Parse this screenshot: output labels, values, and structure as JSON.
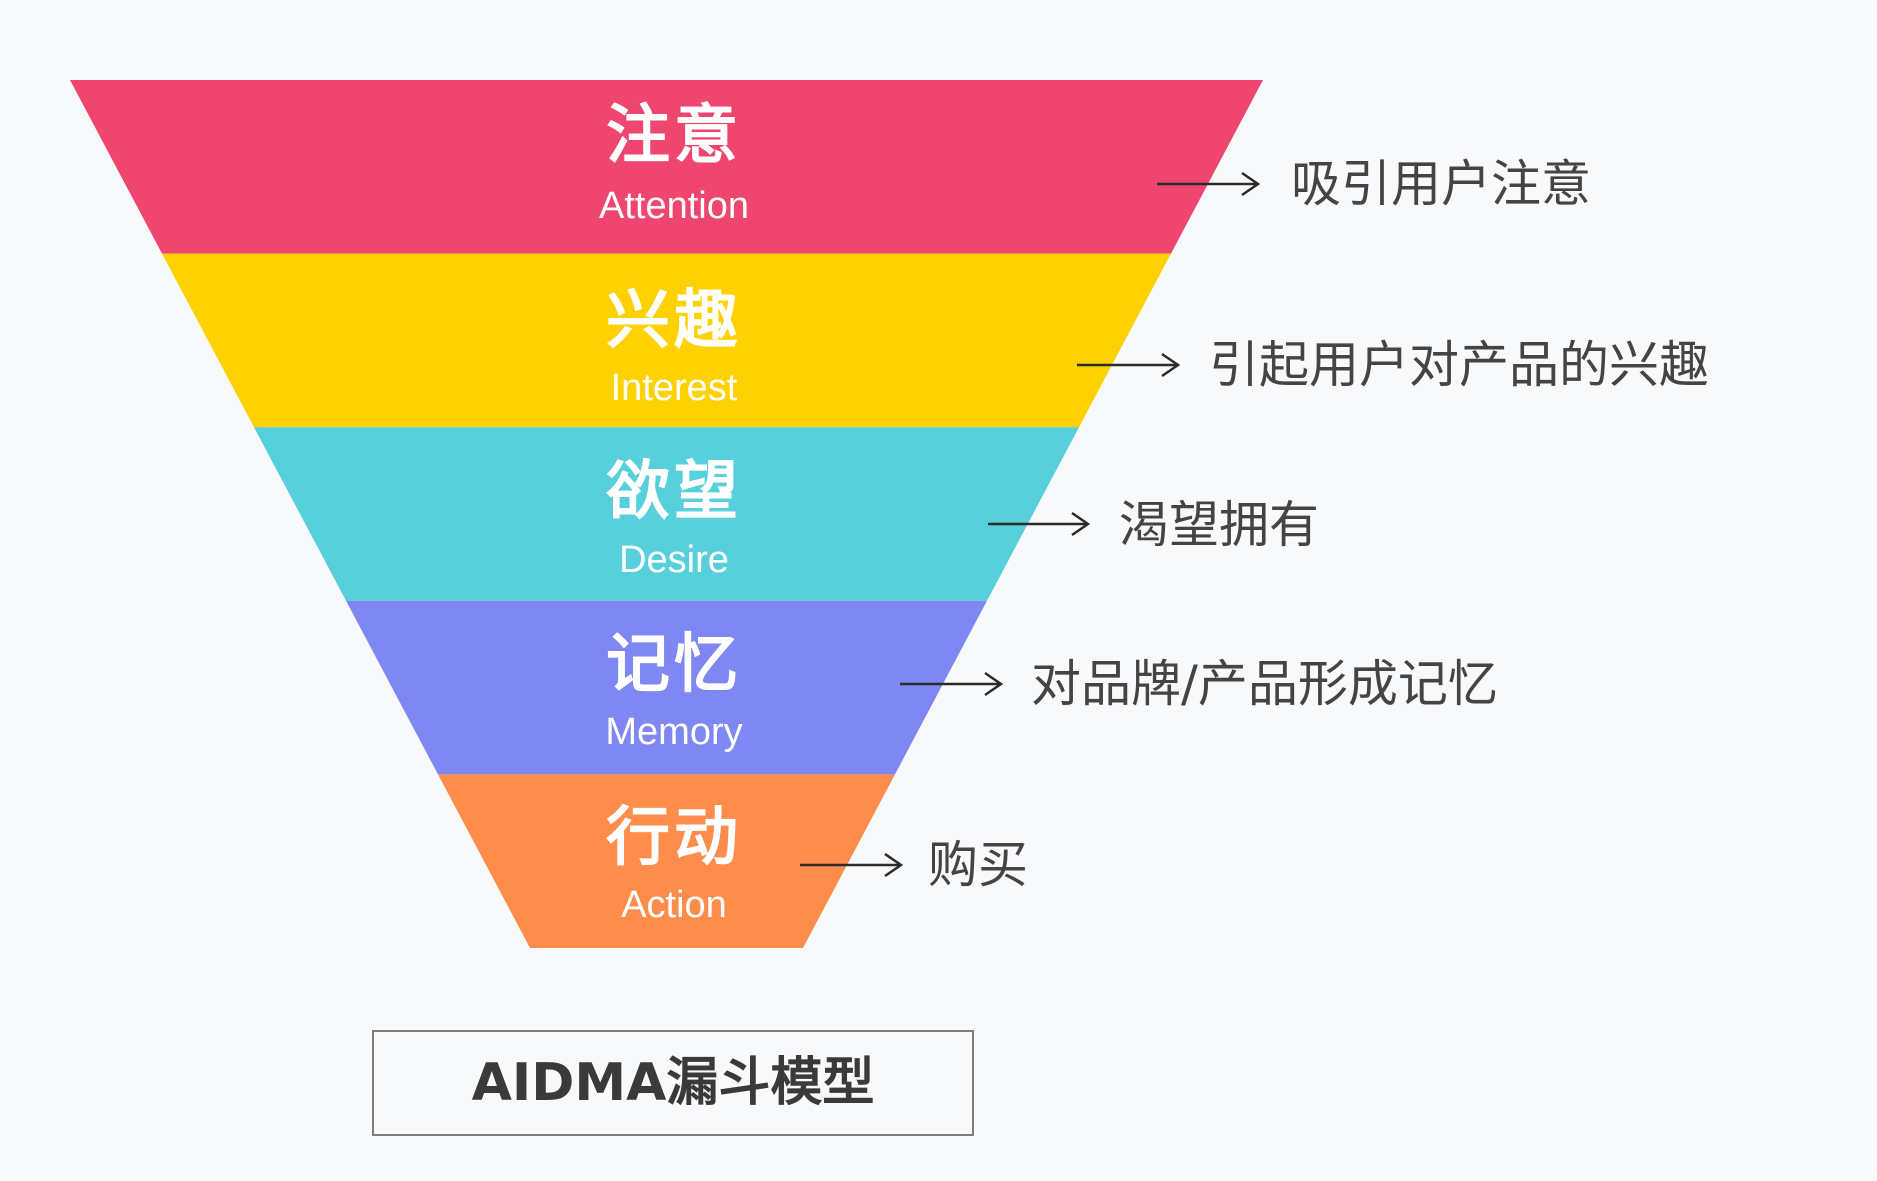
{
  "funnel": {
    "stages": [
      {
        "title": "注意",
        "subtitle": "Attention",
        "description": "吸引用户注意",
        "color": "#ee466e"
      },
      {
        "title": "兴趣",
        "subtitle": "Interest",
        "description": "引起用户对产品的兴趣",
        "color": "#fed202"
      },
      {
        "title": "欲望",
        "subtitle": "Desire",
        "description": "渴望拥有",
        "color": "#58d0dc"
      },
      {
        "title": "记忆",
        "subtitle": "Memory",
        "description": "对品牌/产品形成记忆",
        "color": "#7f88f2"
      },
      {
        "title": "行动",
        "subtitle": "Action",
        "description": "购买",
        "color": "#fe8c4b"
      }
    ]
  },
  "caption": {
    "text": "AIDMA漏斗模型"
  }
}
